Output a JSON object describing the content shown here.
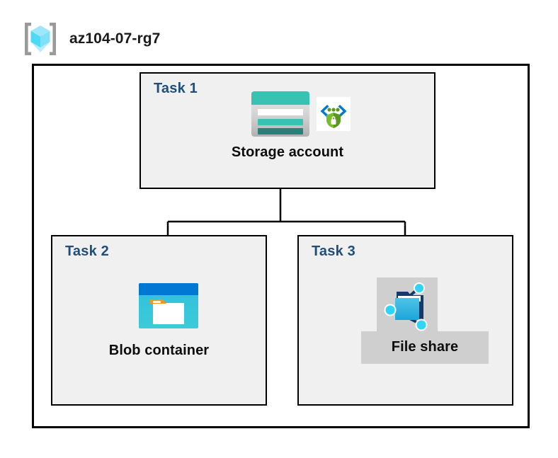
{
  "header": {
    "title": "az104-07-rg7",
    "icon": "resource-group-cube-icon"
  },
  "colors": {
    "task_label": "#1F4E79",
    "container_border": "#000000",
    "task_fill": "#F0F0F0",
    "highlight": "#CFCFCF",
    "azure_blue": "#0078D4",
    "cyan": "#32BEDD",
    "teal": "#37C2B1",
    "green": "#5E9624",
    "orange": "#F7941E"
  },
  "tasks": [
    {
      "label": "Task 1",
      "node_caption": "Storage account",
      "icons": [
        "storage-account-icon",
        "secure-endpoint-icon"
      ]
    },
    {
      "label": "Task 2",
      "node_caption": "Blob container",
      "icons": [
        "blob-container-icon"
      ]
    },
    {
      "label": "Task 3",
      "node_caption": "File share",
      "icons": [
        "file-share-icon"
      ],
      "highlighted": true
    }
  ],
  "connections": [
    {
      "from": "Storage account",
      "to": "Blob container"
    },
    {
      "from": "Storage account",
      "to": "File share"
    }
  ]
}
